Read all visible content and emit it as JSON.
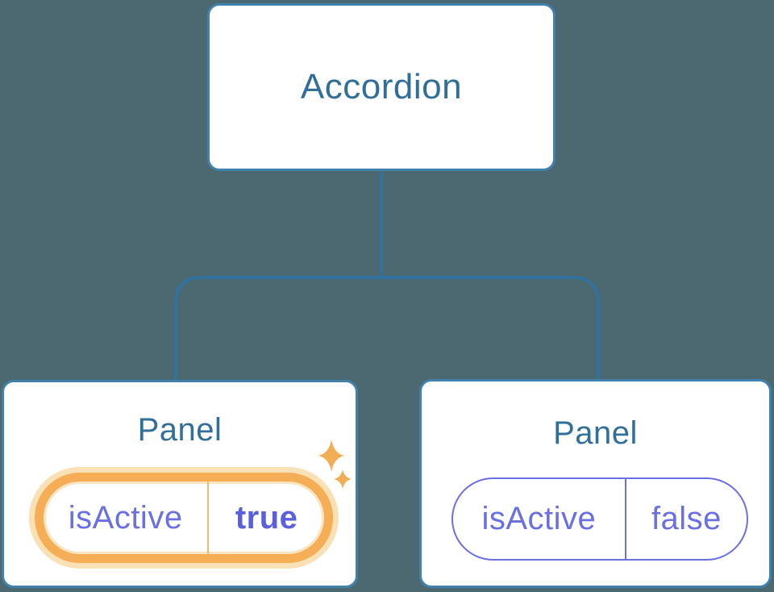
{
  "diagram": {
    "root": {
      "label": "Accordion"
    },
    "panels": [
      {
        "label": "Panel",
        "prop_name": "isActive",
        "prop_value": "true",
        "state": "active",
        "highlight_icon": "sparkles-icon"
      },
      {
        "label": "Panel",
        "prop_name": "isActive",
        "prop_value": "false",
        "state": "inactive"
      }
    ]
  },
  "colors": {
    "background": "#4C6871",
    "box_fill": "#FFFFFF",
    "box_border": "#4181AC",
    "connector_line": "#2F73A3",
    "title_text": "#316F98",
    "prop_text": "#6A6FE2",
    "prop_value_active_text": "#5B5FDC",
    "active_ring": "#F5AE55",
    "active_glow": "#FAE0B5",
    "sparkle": "#F2AE55"
  }
}
